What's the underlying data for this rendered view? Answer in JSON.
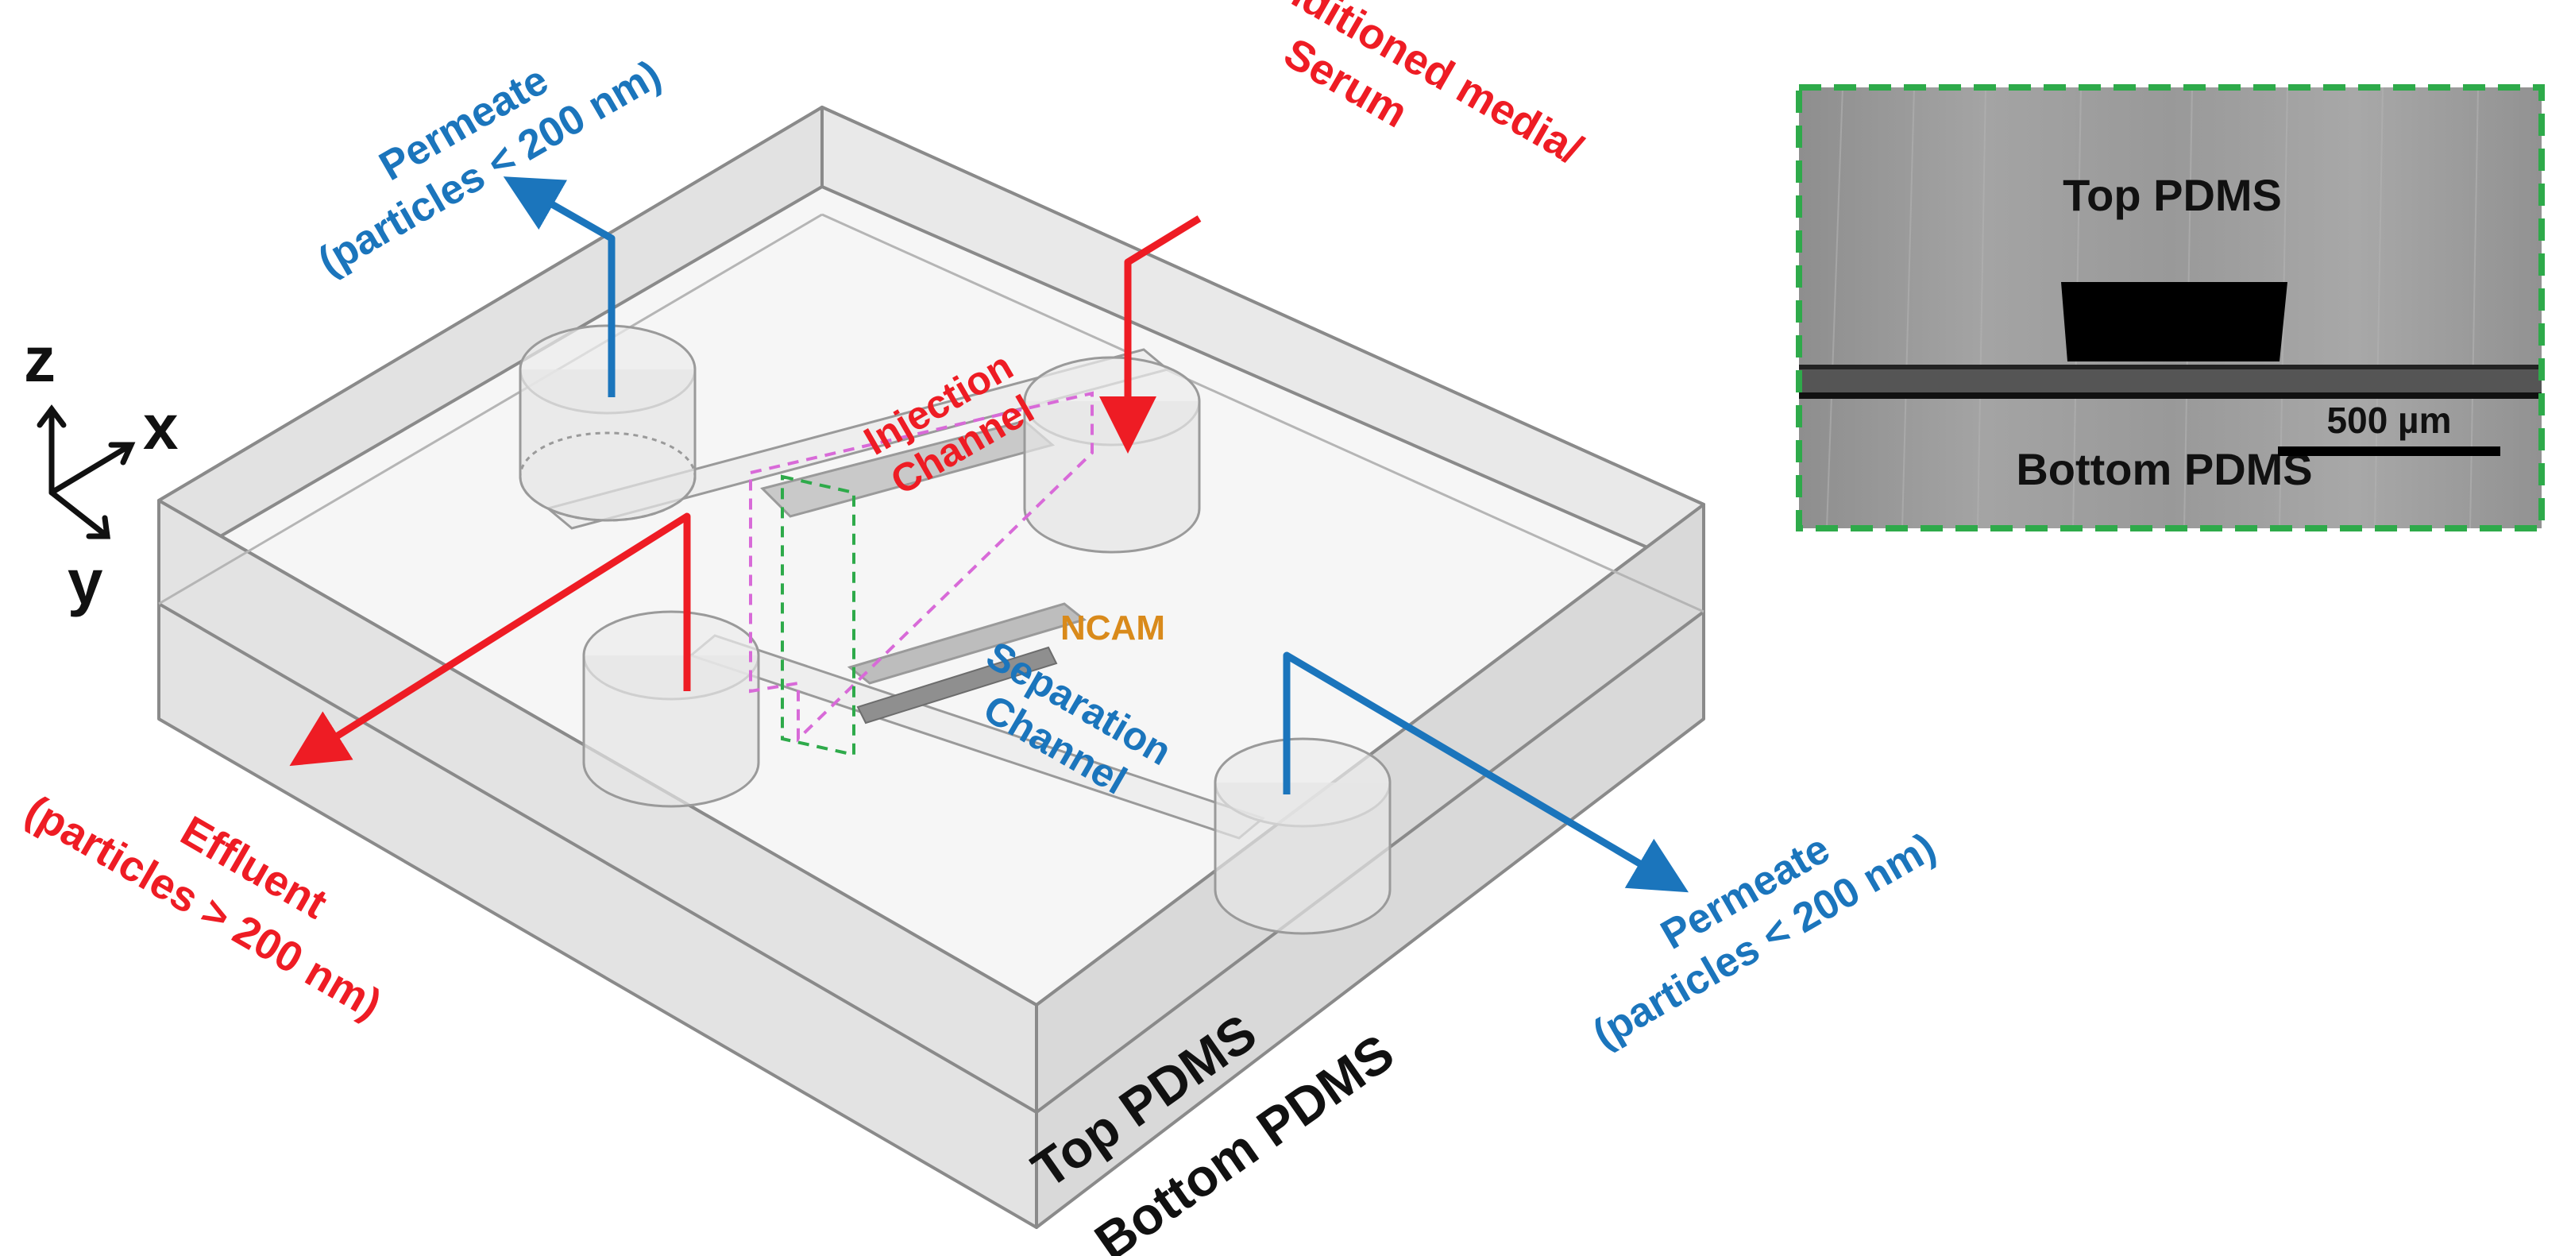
{
  "labels": {
    "permeate_top_1": "Permeate",
    "permeate_top_2": "(particles < 200 nm)",
    "cell_media_1": "Cell Conditioned media/",
    "cell_media_2": "Serum",
    "injection_1": "Injection",
    "injection_2": "Channel",
    "ncam": "NCAM",
    "separation_1": "Separation",
    "separation_2": "Channel",
    "effluent_1": "Effluent",
    "effluent_2": "(particles > 200 nm)",
    "permeate_bottom_1": "Permeate",
    "permeate_bottom_2": "(particles < 200 nm)",
    "top_pdms_chip": "Top PDMS",
    "bottom_pdms_chip": "Bottom PDMS"
  },
  "axes": {
    "z": "z",
    "x": "x",
    "y": "y"
  },
  "inset": {
    "top_label": "Top PDMS",
    "bottom_label": "Bottom PDMS",
    "scale_bar": "500 µm"
  },
  "colors": {
    "red": "#ee1c24",
    "blue": "#1b75bc",
    "ncam": "#d98a1b",
    "green_dash": "#2eaa4a",
    "magenta_dash": "#d86ad8",
    "chip_edge": "#8a8a8a"
  }
}
